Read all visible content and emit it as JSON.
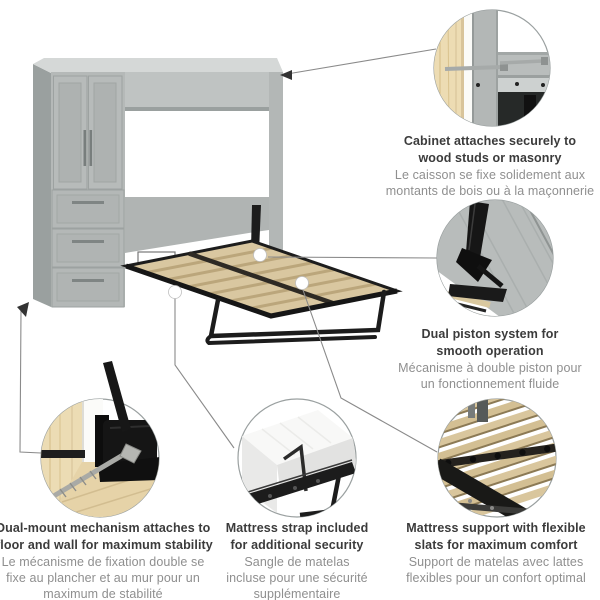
{
  "colors": {
    "cabinet_gray": "#b5b9b8",
    "cabinet_side": "#9aa09f",
    "cabinet_top": "#d5d8d7",
    "slat_wood": "#d9c7a0",
    "stud_wood": "#eddcb3",
    "frame_black": "#1c1c1c",
    "title_text": "#3b3b3b",
    "subtitle_text": "#8f8f8f",
    "line_gray": "#8a8a8a"
  },
  "callouts": [
    {
      "id": "cabinet-mount",
      "en": [
        "Cabinet attaches securely to",
        "wood studs or masonry"
      ],
      "fr": [
        "Le caisson se fixe solidement aux",
        "montants de bois ou à la maçonnerie"
      ]
    },
    {
      "id": "dual-piston",
      "en": [
        "Dual piston system for",
        "smooth operation"
      ],
      "fr": [
        "Mécanisme à double piston pour",
        "un fonctionnement fluide"
      ]
    },
    {
      "id": "dual-mount",
      "en": [
        "Dual-mount mechanism attaches to",
        "floor and wall for maximum stability"
      ],
      "fr": [
        "Le mécanisme de fixation double se",
        "fixe au plancher et au mur pour un",
        "maximum de stabilité"
      ]
    },
    {
      "id": "mattress-strap",
      "en": [
        "Mattress strap included",
        "for additional security"
      ],
      "fr": [
        "Sangle de matelas",
        "incluse pour une sécurité",
        "supplémentaire"
      ]
    },
    {
      "id": "slat-support",
      "en": [
        "Mattress support with flexible",
        "slats for maximum comfort"
      ],
      "fr": [
        "Support de matelas avec lattes",
        "flexibles pour un confort optimal"
      ]
    }
  ]
}
